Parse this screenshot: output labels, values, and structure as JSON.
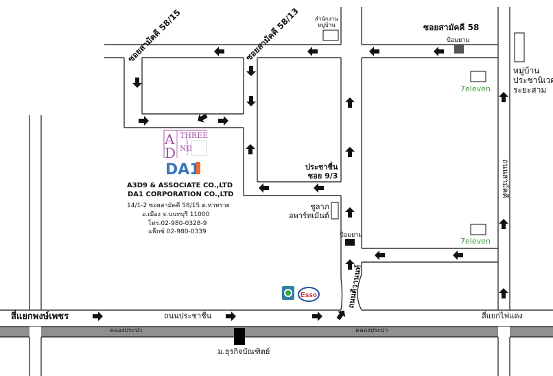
{
  "roads": {
    "soi_5815": "ซอยสามัคคี 58/15",
    "soi_5813": "ซอยสามัคคี 58/13",
    "soi_58": "ซอยสามัคคี 58",
    "soi_93": [
      "ประชาชื่น",
      "ซอย 9/3"
    ],
    "samakkhi_road": "ถนนสามัคคี",
    "prachachuen_road": "ถนนประชาชื่น",
    "tiwanon": "ถนนติวานนท์",
    "canal_left": "คลองประปา",
    "canal_right": "คลองประปา"
  },
  "junctions": {
    "left": "สี่แยกพงษ์เพชร",
    "right": "สี่แยกไฟแดง"
  },
  "landmarks": {
    "village_office": [
      "สำนักงาน",
      "หมู่บ้าน"
    ],
    "police_top": "ป้อมยาม",
    "police_mid": "ป้อมยาม",
    "village": [
      "หมู่บ้าน",
      "ประชานิเวศน์",
      "ระยะสาม"
    ],
    "seven_top": "7eleven",
    "seven_bottom": "7eleven",
    "apartment": [
      "ชูลาภ",
      "อพาร์ทเม้นต์"
    ],
    "university": "ม.ธุรกิจบัณฑิตย์",
    "esso": "Esso"
  },
  "logo": {
    "a3d9_letters": [
      "A",
      "D",
      "THREE",
      "NINE"
    ],
    "a3d9_small": "& ASSOCIATE",
    "da1": "DA1"
  },
  "company": {
    "name1": "A3D9 & ASSOCIATE CO.,LTD",
    "name2": "DA1 CORPORATION CO.,LTD",
    "address1": "14/1-2 ซอยสามัคคี 58/15 ต.ท่าทราย",
    "address2": "อ.เมือง จ.นนทบุรี 11000",
    "phone": "โทร.02-980-0328-9",
    "fax": "แฟ็กซ์ 02-980-0339"
  },
  "colors": {
    "road_line": "#333333",
    "canal": "#8f8f8f",
    "arrow": "#111111",
    "seven": "#3a9a3a",
    "logo_purple": "#a24fa6",
    "logo_blue": "#3d6fb2",
    "da1_blue": "#3a76c0",
    "da1_orange": "#ee6a2a",
    "esso_red": "#d8262e",
    "esso_blue": "#1f4f9a"
  }
}
